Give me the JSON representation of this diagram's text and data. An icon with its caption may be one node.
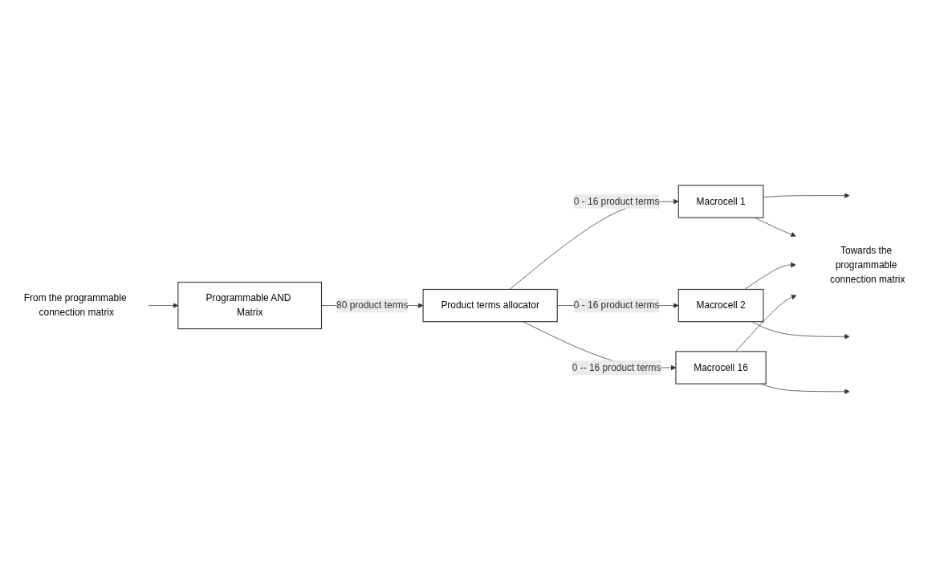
{
  "diagram": {
    "nodes": [
      {
        "text": [
          "From the programmable connection matrix"
        ]
      },
      {
        "text": [
          "Programmable AND Matrix"
        ]
      },
      {
        "text": [
          "Product terms allocator"
        ]
      },
      {
        "text": [
          "Macrocell 1"
        ]
      },
      {
        "text": [
          "Macrocell 2"
        ]
      },
      {
        "text": [
          "Macrocell 16"
        ]
      },
      {
        "text": [
          "Towards the programmable connection matrix"
        ]
      }
    ],
    "edges": [
      {
        "from": 0,
        "to": 1,
        "arrow": "to"
      },
      {
        "from": 1,
        "to": 2,
        "arrow": "to",
        "label": "80 product terms"
      },
      {
        "from": 2,
        "to": 3,
        "arrow": "to",
        "label": "0 - 16 product terms"
      },
      {
        "from": 2,
        "to": 4,
        "arrow": "to",
        "label": "0 - 16 product terms"
      },
      {
        "from": 2,
        "to": 5,
        "arrow": "to",
        "label": "0 -- 16 product terms"
      },
      {
        "from": 3,
        "to": null,
        "arrow": "to"
      },
      {
        "from": 4,
        "to": null,
        "arrow": "to"
      },
      {
        "from": 5,
        "to": null,
        "arrow": "to"
      },
      {
        "from": 3,
        "to": 6,
        "arrow": "to"
      },
      {
        "from": 4,
        "to": 6,
        "arrow": "to"
      },
      {
        "from": 5,
        "to": 6,
        "arrow": "to"
      }
    ]
  }
}
